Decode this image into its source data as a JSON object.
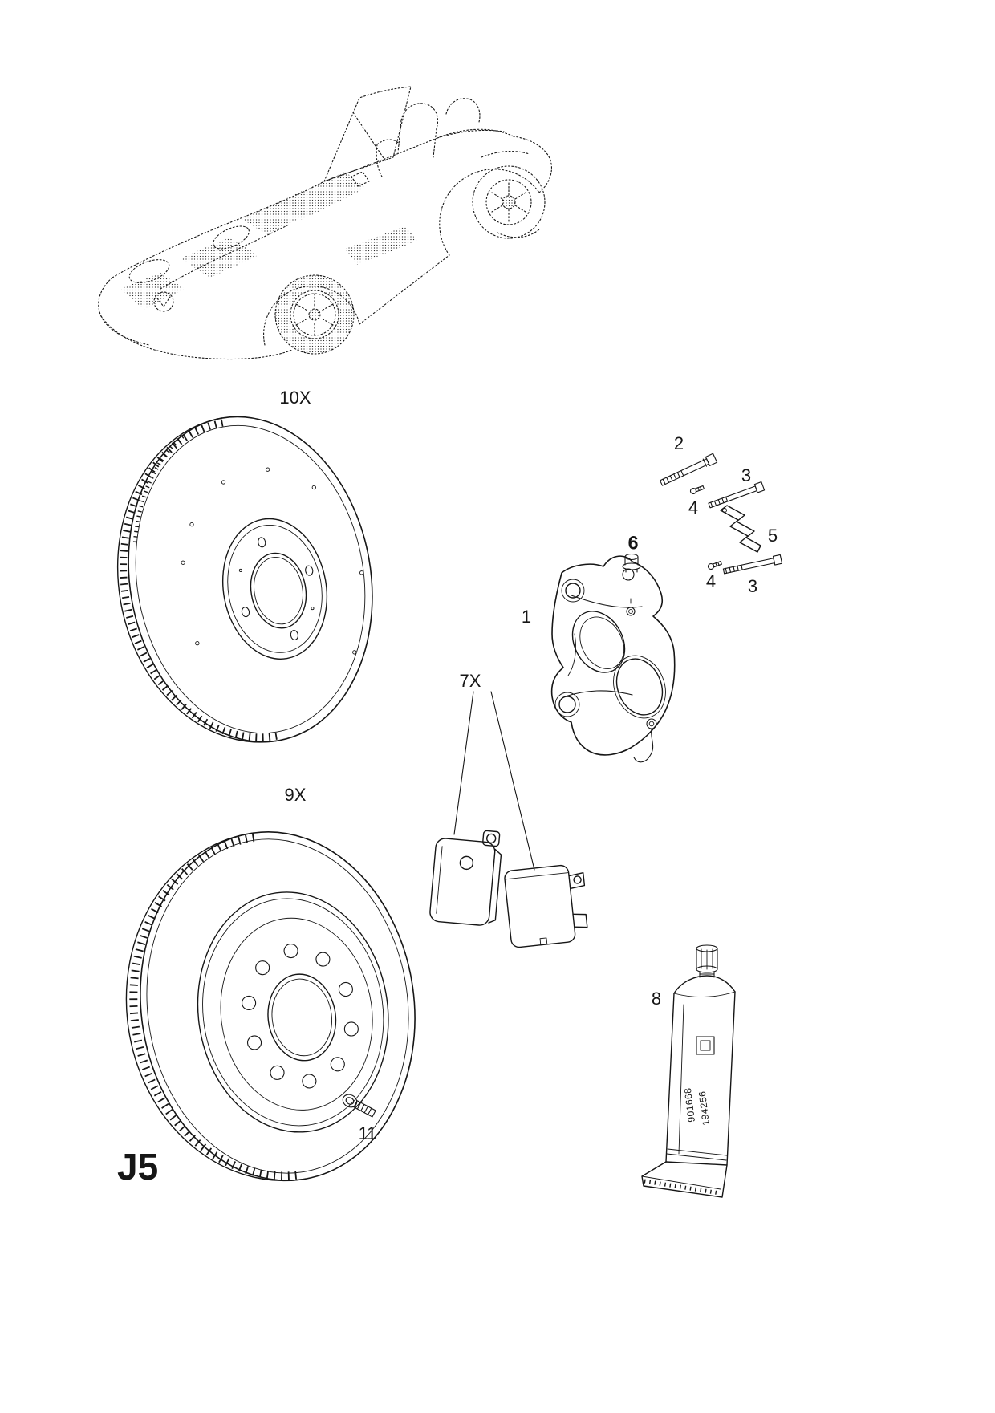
{
  "page": {
    "code": "J5"
  },
  "diagram": {
    "callouts": {
      "disc_upper": "10X",
      "disc_lower": "9X",
      "pads": "7X",
      "caliper": "1",
      "bolt_long": "2",
      "guide_pin_upper": "3",
      "guide_pin_lower": "3",
      "screw_upper": "4",
      "screw_lower": "4",
      "spring_clip": "5",
      "cap": "6",
      "grease_tube": "8",
      "bolt_small": "11"
    },
    "tube": {
      "mark_line1": "901668",
      "mark_line2": "194256"
    },
    "colors": {
      "ink": "#161616",
      "paper": "#ffffff"
    }
  }
}
